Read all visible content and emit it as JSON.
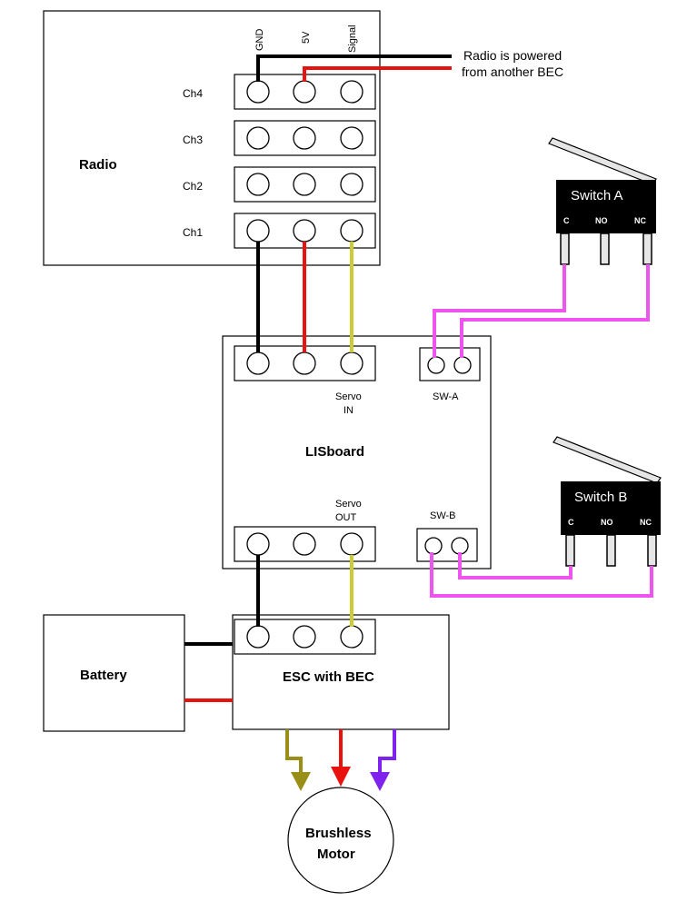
{
  "colors": {
    "black": "#000000",
    "power": "#e8120e",
    "signal": "#cccc33",
    "switch_wire": "#ee55ee",
    "motor_a": "#9a8f16",
    "motor_b": "#e8120e",
    "motor_c": "#7f22ee"
  },
  "radio": {
    "title": "Radio",
    "pin_headers": [
      "GND",
      "5V",
      "Signal"
    ],
    "channels": [
      "Ch4",
      "Ch3",
      "Ch2",
      "Ch1"
    ]
  },
  "note": {
    "line1": "Radio is powered",
    "line2": "from another BEC"
  },
  "lisboard": {
    "title": "LISboard",
    "servo_in_line1": "Servo",
    "servo_in_line2": "IN",
    "servo_out_line1": "Servo",
    "servo_out_line2": "OUT",
    "sw_a": "SW-A",
    "sw_b": "SW-B"
  },
  "switch_a": {
    "title": "Switch A",
    "pins": [
      "C",
      "NO",
      "NC"
    ]
  },
  "switch_b": {
    "title": "Switch B",
    "pins": [
      "C",
      "NO",
      "NC"
    ]
  },
  "battery": {
    "title": "Battery"
  },
  "esc": {
    "title": "ESC with BEC"
  },
  "motor": {
    "line1": "Brushless",
    "line2": "Motor"
  }
}
